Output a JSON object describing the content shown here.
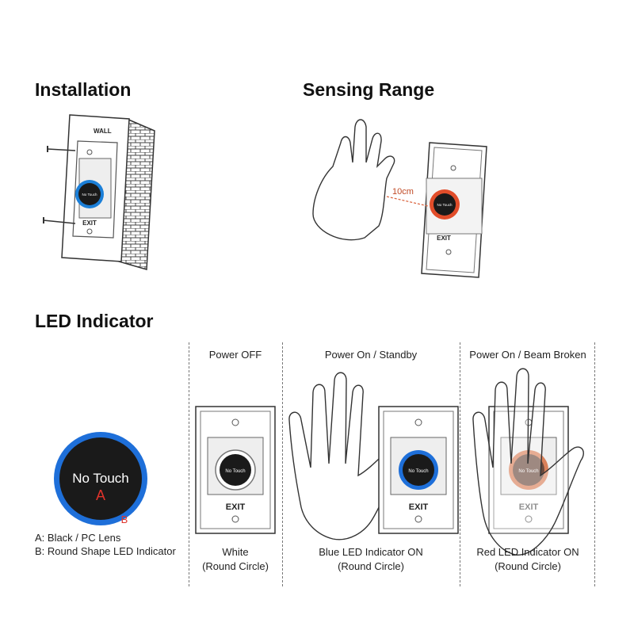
{
  "sections": {
    "installation": {
      "title": "Installation",
      "wall_label": "WALL",
      "button_text": "No Touch",
      "exit_label": "EXIT"
    },
    "sensing_range": {
      "title": "Sensing Range",
      "distance_label": "10cm",
      "button_text": "No Touch",
      "exit_label": "EXIT"
    },
    "led_indicator": {
      "title": "LED Indicator",
      "lens_text": "No Touch",
      "marker_a": "A",
      "marker_b": "B",
      "legend_a": "A: Black / PC Lens",
      "legend_b": "B: Round Shape LED Indicator",
      "columns": [
        {
          "header": "Power OFF",
          "caption_line1": "White",
          "caption_line2": "(Round Circle)",
          "button_text": "No Touch",
          "exit_label": "EXIT",
          "ring_color": "#ffffff"
        },
        {
          "header": "Power On / Standby",
          "caption_line1": "Blue LED Indicator ON",
          "caption_line2": "(Round Circle)",
          "button_text": "No Touch",
          "exit_label": "EXIT",
          "ring_color": "#1e6fd9"
        },
        {
          "header": "Power On / Beam Broken",
          "caption_line1": "Red LED Indicator ON",
          "caption_line2": "(Round Circle)",
          "button_text": "No Touch",
          "exit_label": "EXIT",
          "ring_color": "#d9805a"
        }
      ]
    }
  }
}
